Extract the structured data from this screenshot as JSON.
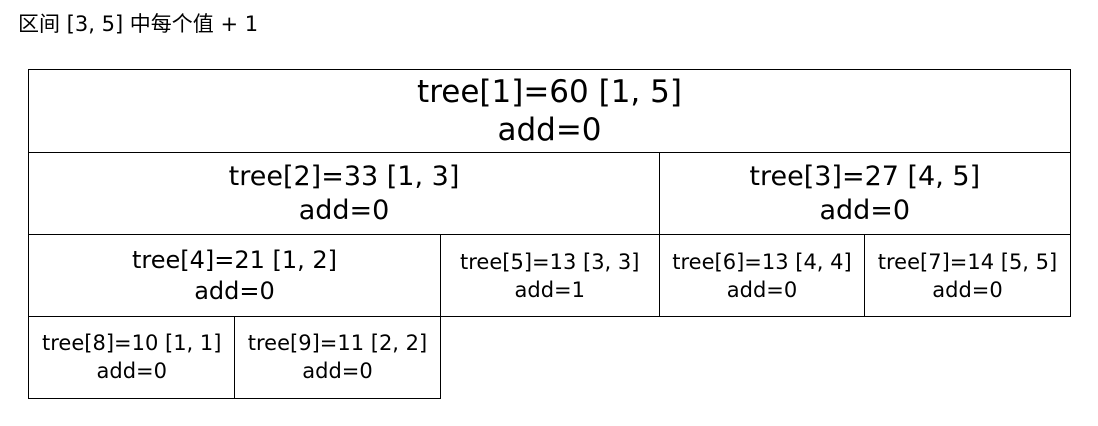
{
  "caption": "区间 [3, 5] 中每个值 + 1",
  "nodes": [
    {
      "id": 1,
      "label": "tree[1]=60 [1, 5]",
      "add": "add=0"
    },
    {
      "id": 2,
      "label": "tree[2]=33 [1, 3]",
      "add": "add=0"
    },
    {
      "id": 3,
      "label": "tree[3]=27 [4, 5]",
      "add": "add=0"
    },
    {
      "id": 4,
      "label": "tree[4]=21 [1, 2]",
      "add": "add=0"
    },
    {
      "id": 5,
      "label": "tree[5]=13 [3, 3]",
      "add": "add=1"
    },
    {
      "id": 6,
      "label": "tree[6]=13 [4, 4]",
      "add": "add=0"
    },
    {
      "id": 7,
      "label": "tree[7]=14 [5, 5]",
      "add": "add=0"
    },
    {
      "id": 8,
      "label": "tree[8]=10 [1, 1]",
      "add": "add=0"
    },
    {
      "id": 9,
      "label": "tree[9]=11 [2, 2]",
      "add": "add=0"
    }
  ]
}
